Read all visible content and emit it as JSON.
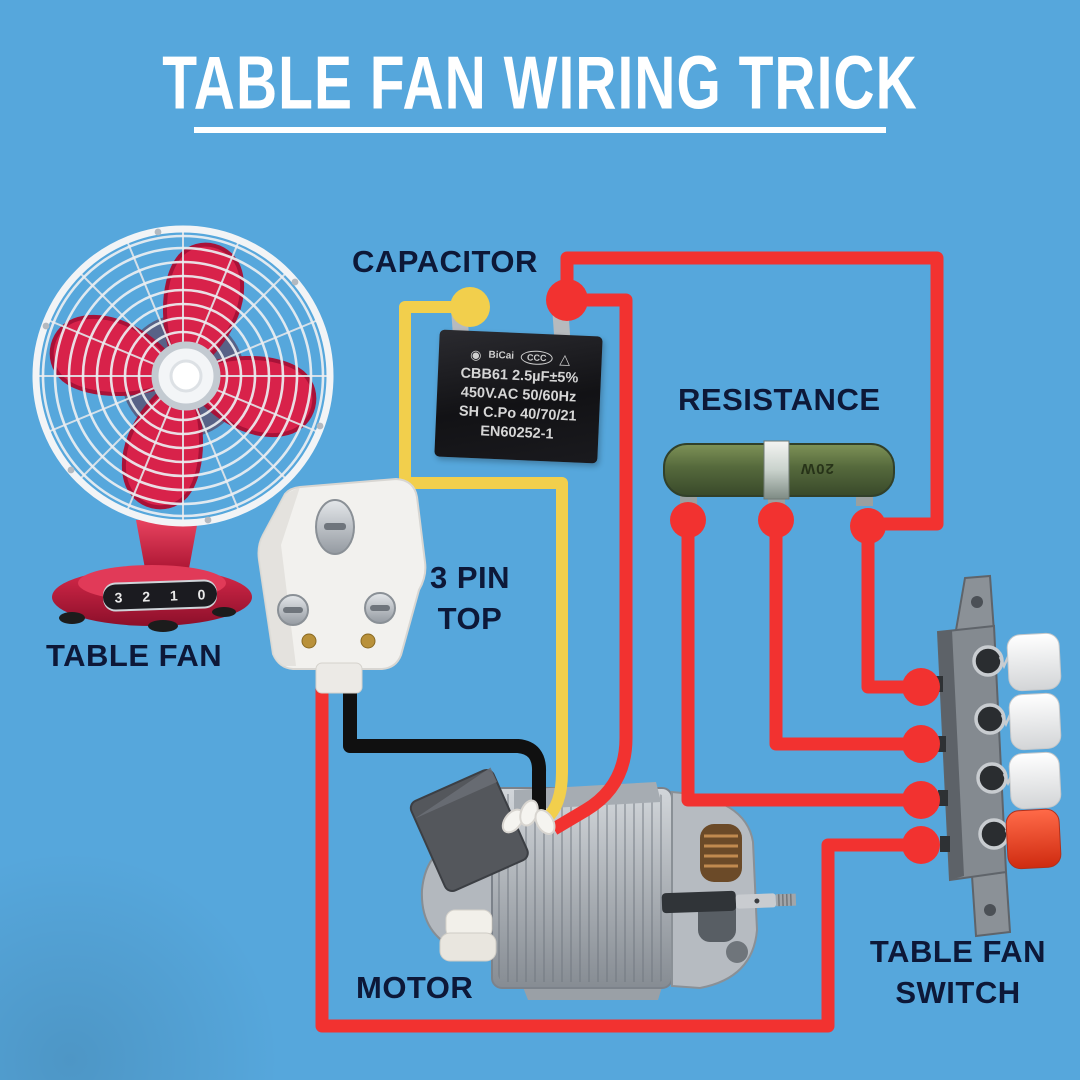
{
  "title": "TABLE FAN WIRING TRICK",
  "colors": {
    "background": "#56A7DC",
    "label": "#0D1838",
    "title_text": "#FFFFFF",
    "wire_red": "#F23230",
    "wire_yellow": "#F2CF4C",
    "wire_black": "#101010"
  },
  "components": {
    "table_fan": {
      "label": "TABLE FAN",
      "dial_numbers": "3 2 1 0"
    },
    "capacitor": {
      "label": "CAPACITOR",
      "brand": "BiCai",
      "cert": "CCC",
      "spec": [
        "CBB61  2.5µF±5%",
        "450V.AC  50/60Hz",
        "SH C.Po 40/70/21",
        "EN60252-1"
      ]
    },
    "resistance": {
      "label": "RESISTANCE",
      "marking": "20W"
    },
    "plug": {
      "label_line1": "3 PIN",
      "label_line2": "TOP"
    },
    "motor": {
      "label": "MOTOR"
    },
    "switch": {
      "label_line1": "TABLE FAN",
      "label_line2": "SWITCH"
    }
  }
}
